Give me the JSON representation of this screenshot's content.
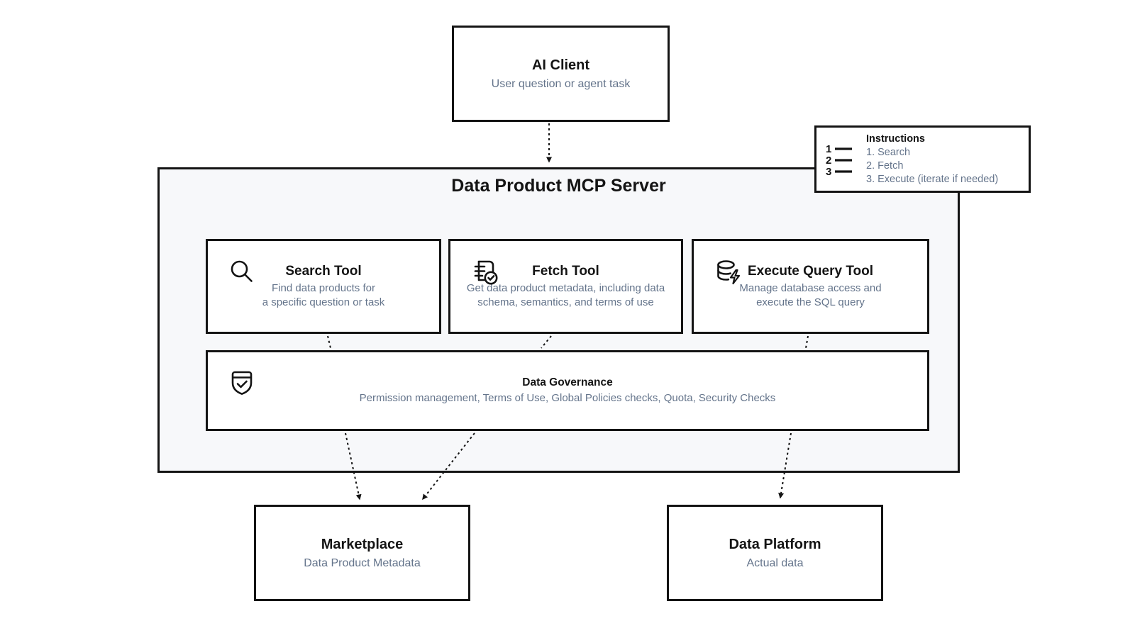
{
  "diagram": {
    "ai_client": {
      "title": "AI Client",
      "subtitle": "User question or agent task"
    },
    "server": {
      "title": "Data Product MCP Server"
    },
    "instructions": {
      "title": "Instructions",
      "items": [
        "1. Search",
        "2. Fetch",
        "3. Execute (iterate if needed)"
      ]
    },
    "tools": [
      {
        "icon": "search-icon",
        "title": "Search Tool",
        "subtitle": "Find data products for\na specific question or task"
      },
      {
        "icon": "file-check-icon",
        "title": "Fetch Tool",
        "subtitle": "Get data product metadata, including data\nschema, semantics, and terms of use"
      },
      {
        "icon": "database-bolt-icon",
        "title": "Execute Query Tool",
        "subtitle": "Manage database access and\nexecute the SQL query"
      }
    ],
    "governance": {
      "icon": "shield-check-icon",
      "title": "Data Governance",
      "subtitle": "Permission management, Terms of Use, Global Policies checks, Quota, Security Checks"
    },
    "marketplace": {
      "title": "Marketplace",
      "subtitle": "Data Product Metadata"
    },
    "data_platform": {
      "title": "Data Platform",
      "subtitle": "Actual data"
    }
  },
  "colors": {
    "border": "#141414",
    "title": "#141414",
    "subtitle": "#64748b",
    "server_bg": "#f7f8fa"
  }
}
